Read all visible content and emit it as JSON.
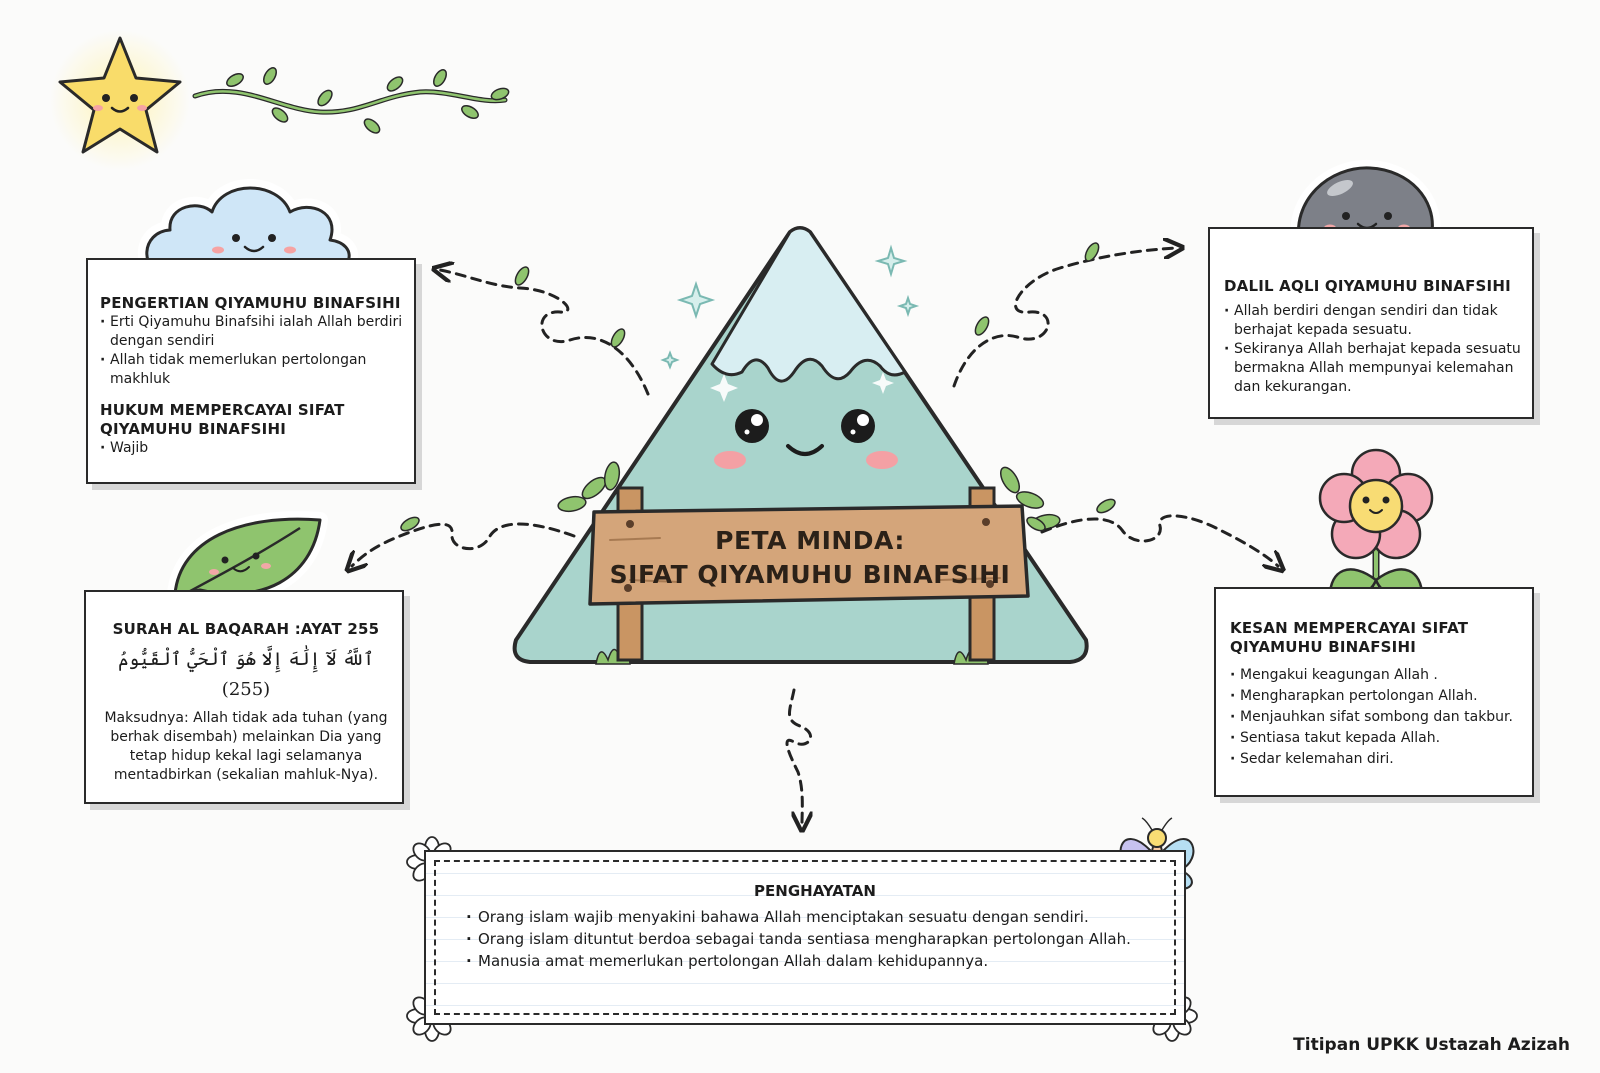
{
  "title": {
    "line1": "PETA MINDA:",
    "line2": "SIFAT QIYAMUHU BINAFSIHI"
  },
  "pengertian": {
    "heading": "PENGERTIAN QIYAMUHU BINAFSIHI",
    "items": [
      "Erti Qiyamuhu Binafsihi ialah Allah berdiri dengan sendiri",
      "Allah tidak memerlukan pertolongan makhluk"
    ],
    "hukum_heading": "HUKUM MEMPERCAYAI SIFAT QIYAMUHU BINAFSIHI",
    "hukum_items": [
      "Wajib"
    ]
  },
  "dalil": {
    "heading": "DALIL AQLI QIYAMUHU BINAFSIHI",
    "items": [
      "Allah berdiri dengan sendiri dan tidak berhajat kepada sesuatu.",
      "Sekiranya Allah berhajat kepada sesuatu bermakna Allah mempunyai kelemahan dan kekurangan."
    ]
  },
  "surah": {
    "heading": "SURAH AL BAQARAH :AYAT 255",
    "arabic": "ٱللَّهُ لَآ إِلَٰهَ إِلَّا هُوَ ٱلْحَيُّ ٱلْقَيُّومُ (255)",
    "meaning": "Maksudnya: Allah tidak ada tuhan (yang berhak disembah) melainkan Dia yang tetap hidup kekal lagi selamanya mentadbirkan (sekalian mahluk-Nya)."
  },
  "kesan": {
    "heading": "KESAN MEMPERCAYAI SIFAT QIYAMUHU BINAFSIHI",
    "items": [
      "Mengakui keagungan Allah .",
      "Mengharapkan pertolongan Allah.",
      "Menjauhkan sifat sombong dan takbur.",
      "Sentiasa takut kepada Allah.",
      "Sedar kelemahan diri."
    ]
  },
  "penghayatan": {
    "heading": "PENGHAYATAN",
    "items": [
      "Orang islam wajib menyakini bahawa Allah menciptakan sesuatu dengan sendiri.",
      "Orang islam dituntut berdoa sebagai tanda sentiasa mengharapkan pertolongan Allah.",
      "Manusia amat memerlukan pertolongan Allah dalam kehidupannya."
    ]
  },
  "credit": "Titipan UPKK Ustazah Azizah",
  "icons": [
    "star-icon",
    "vine-icon",
    "cloud-icon",
    "rock-icon",
    "mountain-icon",
    "leaf-icon",
    "flower-icon",
    "butterfly-icon",
    "daisy-icon"
  ],
  "colors": {
    "mountain": "#a9d4cc",
    "snow": "#d8eef2",
    "sign": "#d4a57a",
    "cloud": "#cfe6f7",
    "rock": "#7d8088",
    "leaf": "#8fc46e",
    "flower": "#f4a9b8",
    "star": "#f9dc6a"
  }
}
